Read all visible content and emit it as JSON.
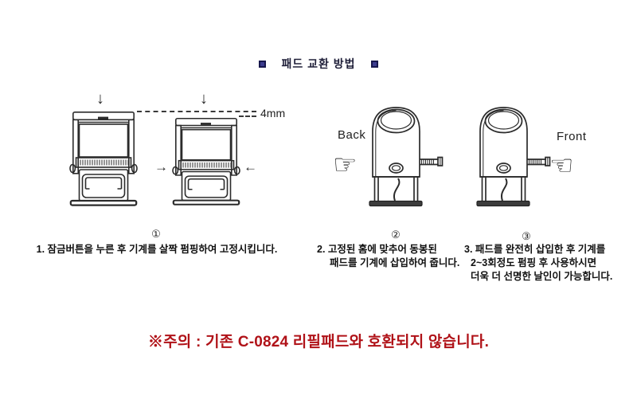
{
  "title": {
    "text": "패드 교환 방법"
  },
  "colors": {
    "title_bullet": "#3c3c8f",
    "title_bullet_border": "#17174d",
    "line_art": "#2b2b2b",
    "warning_red": "#b01218"
  },
  "icons": {
    "arrow_down": "↓",
    "arrow_right": "→",
    "arrow_left": "←",
    "hand_point_right": "☞",
    "hand_point_left": "☜"
  },
  "step1": {
    "number": "①",
    "measurement": "4mm",
    "caption": "1. 잠금버튼을 누른 후 기계를 살짝 펌핑하여 고정시킵니다."
  },
  "step2": {
    "number": "②",
    "label": "Back",
    "caption_line1": "2. 고정된 홈에 맞추어 동봉된",
    "caption_line2": "패드를 기계에 삽입하여 줍니다."
  },
  "step3": {
    "number": "③",
    "label": "Front",
    "caption_line1": "3. 패드를 완전히 삽입한 후 기계를",
    "caption_line2": "2~3회정도 펌핑 후 사용하시면",
    "caption_line3": "더욱 더 선명한 날인이 가능합니다."
  },
  "warning": {
    "text": "※주의 : 기존 C-0824 리필패드와 호환되지 않습니다."
  }
}
